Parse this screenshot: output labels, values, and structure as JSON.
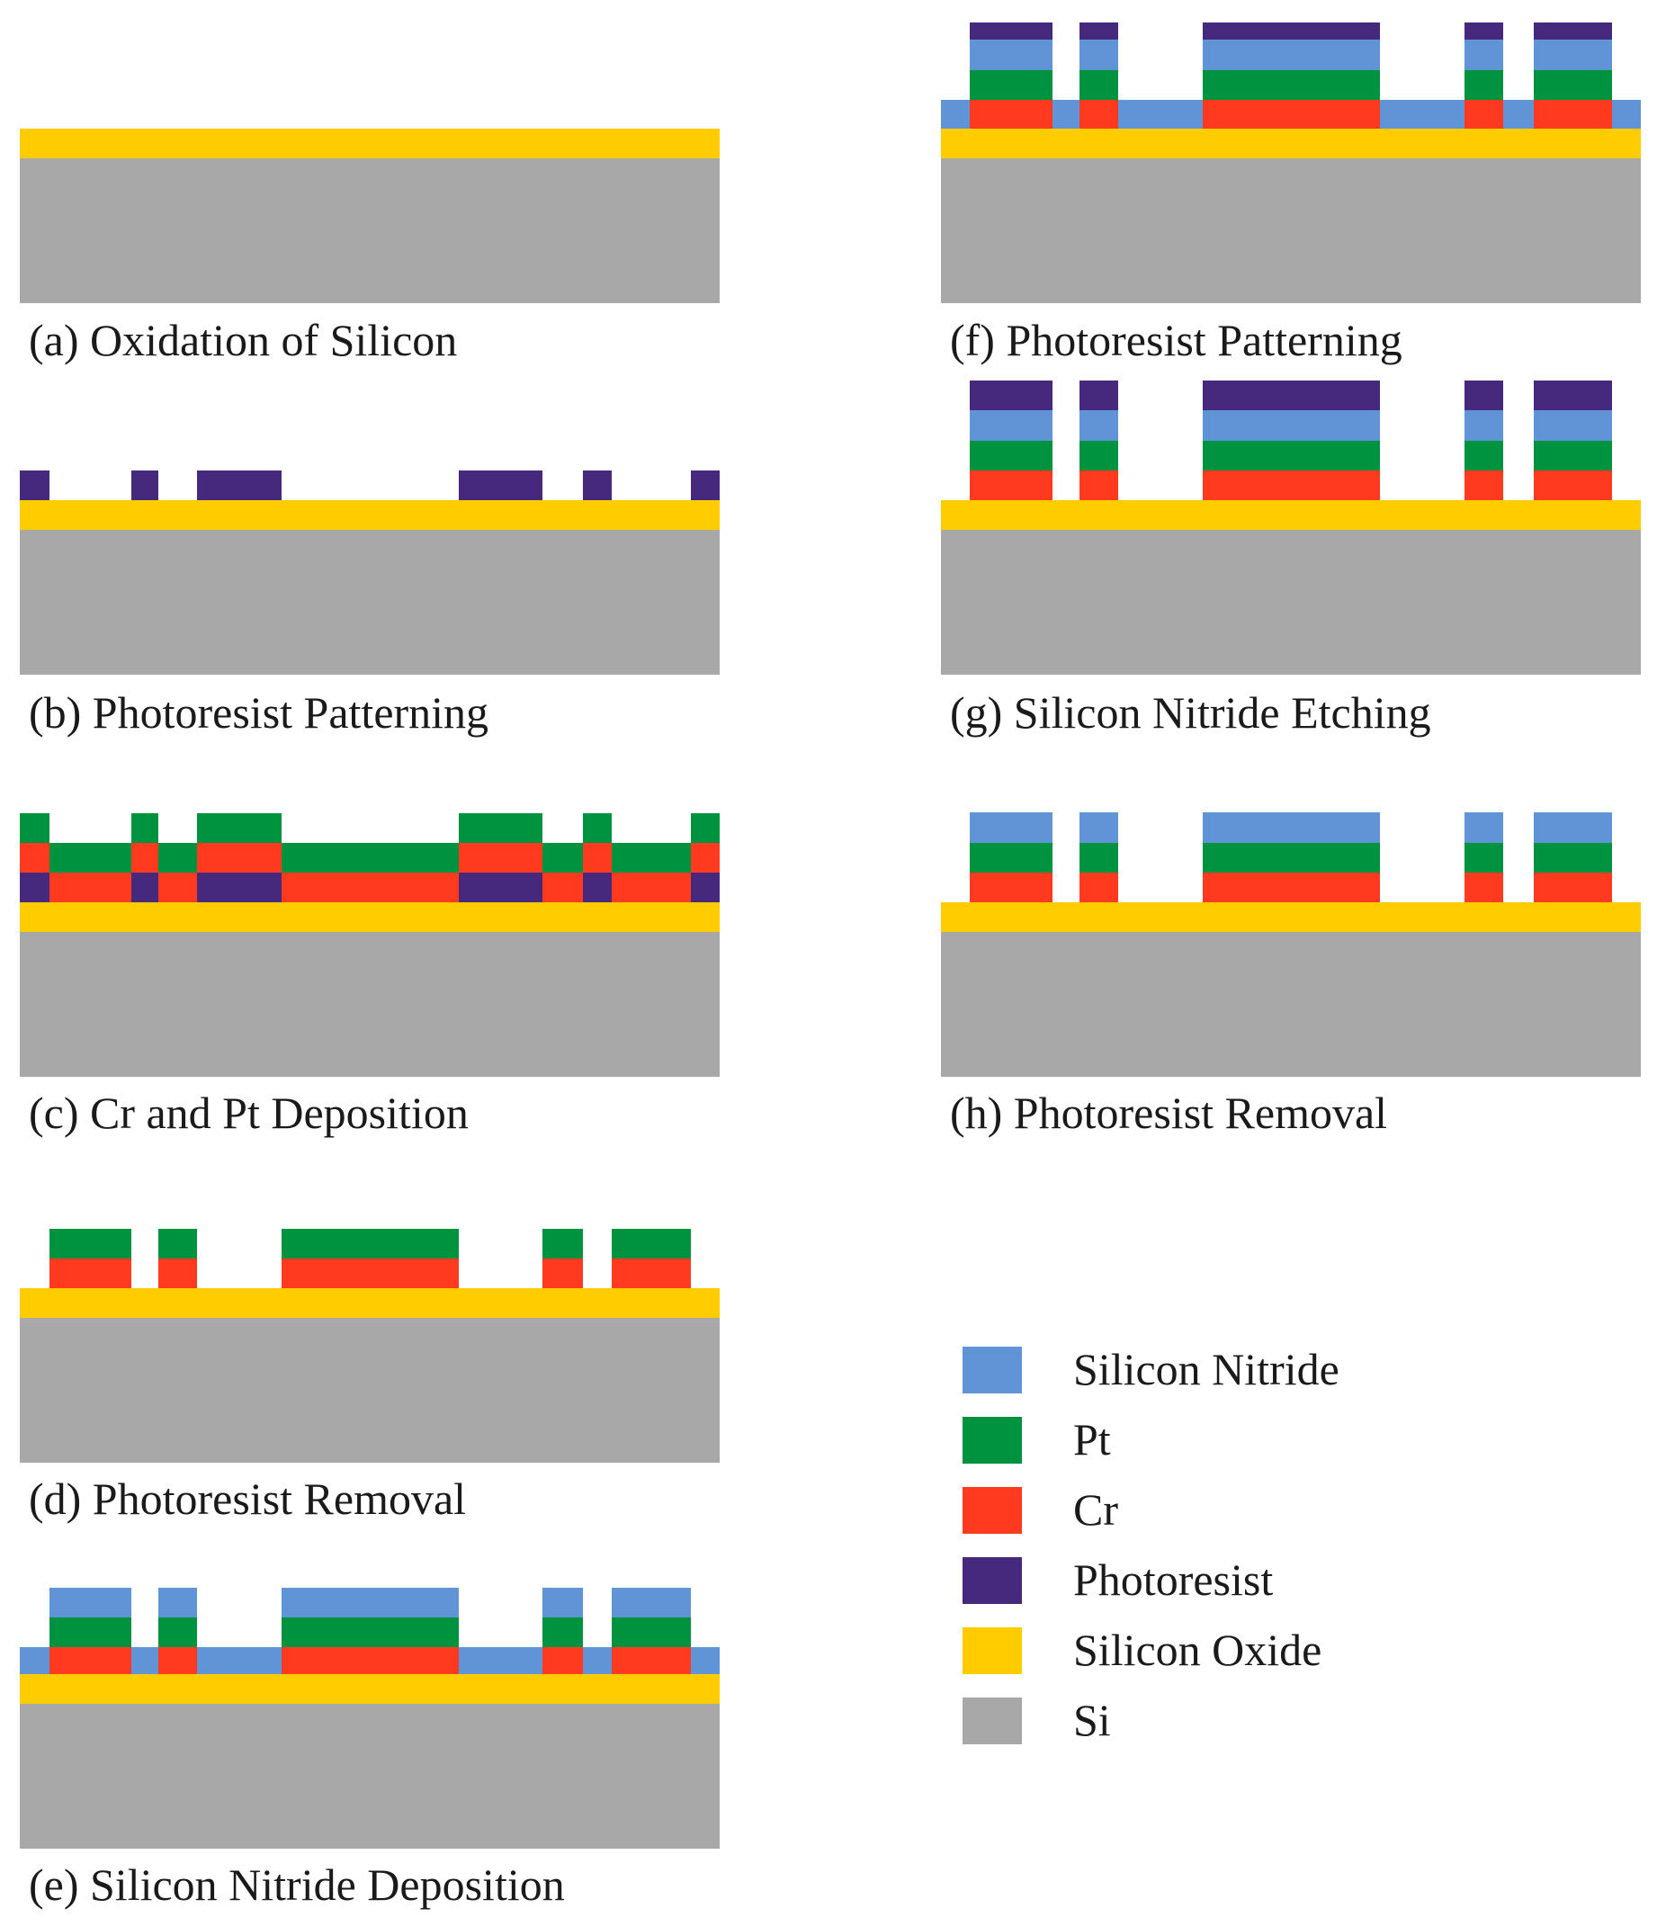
{
  "colors": {
    "si": "#a8a8a8",
    "oxide": "#ffcc00",
    "photoresist": "#46287d",
    "cr": "#ff3a1f",
    "pt": "#00933f",
    "nitride": "#5f95d6"
  },
  "panels": [
    {
      "id": "a",
      "caption": "(a) Oxidation of Silicon"
    },
    {
      "id": "b",
      "caption": "(b) Photoresist Patterning"
    },
    {
      "id": "c",
      "caption": "(c) Cr and Pt Deposition"
    },
    {
      "id": "d",
      "caption": "(d) Photoresist Removal"
    },
    {
      "id": "e",
      "caption": "(e) Silicon Nitride Deposition"
    },
    {
      "id": "f",
      "caption": "(f) Photoresist Patterning"
    },
    {
      "id": "g",
      "caption": "(g) Silicon Nitride Etching"
    },
    {
      "id": "h",
      "caption": "(h) Photoresist Removal"
    }
  ],
  "legend": [
    {
      "label": "Silicon Nitride",
      "color_key": "nitride"
    },
    {
      "label": "Pt",
      "color_key": "pt"
    },
    {
      "label": "Cr",
      "color_key": "cr"
    },
    {
      "label": "Photoresist",
      "color_key": "photoresist"
    },
    {
      "label": "Silicon Oxide",
      "color_key": "oxide"
    },
    {
      "label": "Si",
      "color_key": "si"
    }
  ]
}
